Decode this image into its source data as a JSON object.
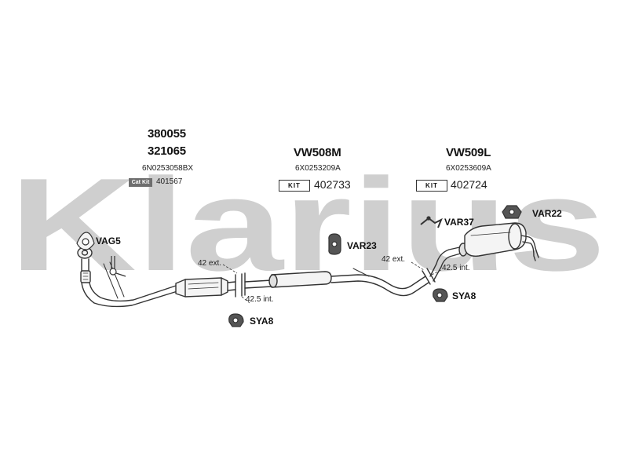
{
  "watermark": {
    "text": "Klarius",
    "color": "#cfcfcf"
  },
  "sections": [
    {
      "part_numbers": [
        "380055",
        "321065"
      ],
      "oem": "6N0253058BX",
      "cat_kit_label": "Cat Kit",
      "cat_kit_number": "401567"
    },
    {
      "part_number": "VW508M",
      "oem": "6X0253209A",
      "kit_label": "KIT",
      "kit_number": "402733"
    },
    {
      "part_number": "VW509L",
      "oem": "6X0253609A",
      "kit_label": "KIT",
      "kit_number": "402724"
    }
  ],
  "fittings": {
    "vag5": "VAG5",
    "var23": "VAR23",
    "var37": "VAR37",
    "var22": "VAR22",
    "sya8_left": "SYA8",
    "sya8_right": "SYA8"
  },
  "dimensions": {
    "left_ext": "42 ext.",
    "left_int": "42.5 int.",
    "right_ext": "42 ext.",
    "right_int": "42.5 int."
  },
  "colors": {
    "line": "#333333",
    "fill": "#f4f4f4",
    "shade": "#bdbdbd"
  }
}
